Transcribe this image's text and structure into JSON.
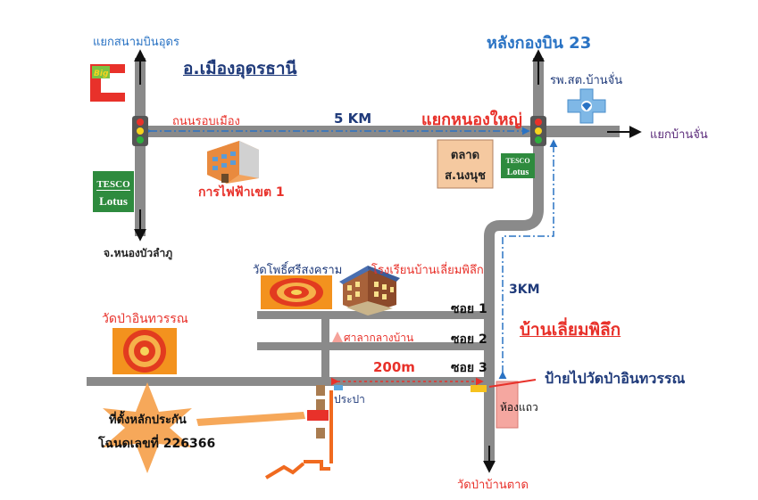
{
  "title": "อ.เมืองอุดรธานี",
  "top_left_junction": "แยกสนามบินอุดร",
  "top_right_junction": "หลังกองบิน 23",
  "hospital": "รพ.สต.บ้านจั่น",
  "right_junction": "แยกบ้านจั่น",
  "ring_road": "ถนนรอบเมือง",
  "distance_5km": "5 KM",
  "nongyai_junction": "แยกหนองใหญ่",
  "electricity": "การไฟฟ้าเขต 1",
  "market": [
    "ตลาด",
    "ส.นงนุช"
  ],
  "tesco_left": [
    "TESCO",
    "Lotus"
  ],
  "tesco_right": [
    "TESCO",
    "Lotus"
  ],
  "bigc_logo": "Big C",
  "bottom_left_road": "จ.หนองบัวลำภู",
  "temple_phosri": "วัดโพธิ์ศรีสงคราม",
  "school": "โรงเรียนบ้านเลี่ยมพิลึก",
  "temple_pa_intawan": "วัดป่าอินทวรรณ",
  "distance_3km": "3KM",
  "soi_1": "ซอย 1",
  "soi_2": "ซอย 2",
  "soi_3": "ซอย 3",
  "sala": "ศาลากลางบ้าน",
  "village": "บ้านเลี่ยมพิลึก",
  "distance_200m": "200m",
  "water": "ประปา",
  "temple_sign": "ป้ายไปวัดป่าอินทวรรณ",
  "row_house": "ห้องแถว",
  "collateral_line1": "ที่ตั้งหลักประกัน",
  "collateral_line2": "โฉนดเลขที่ 226366",
  "bottom_temple": "วัดป่าบ้านตาด",
  "colors": {
    "road": "#8a8a8a",
    "accent_red": "#e8312a",
    "accent_blue": "#2a73c4",
    "navy": "#1f3a7a",
    "market_fill": "#f5c9a0",
    "tesco_green": "#2e8b3e",
    "mandala_orange": "#f3921e",
    "mandala_red": "#e23b1f",
    "star_orange": "#f6a85a",
    "route_orange": "#f06a1f"
  }
}
